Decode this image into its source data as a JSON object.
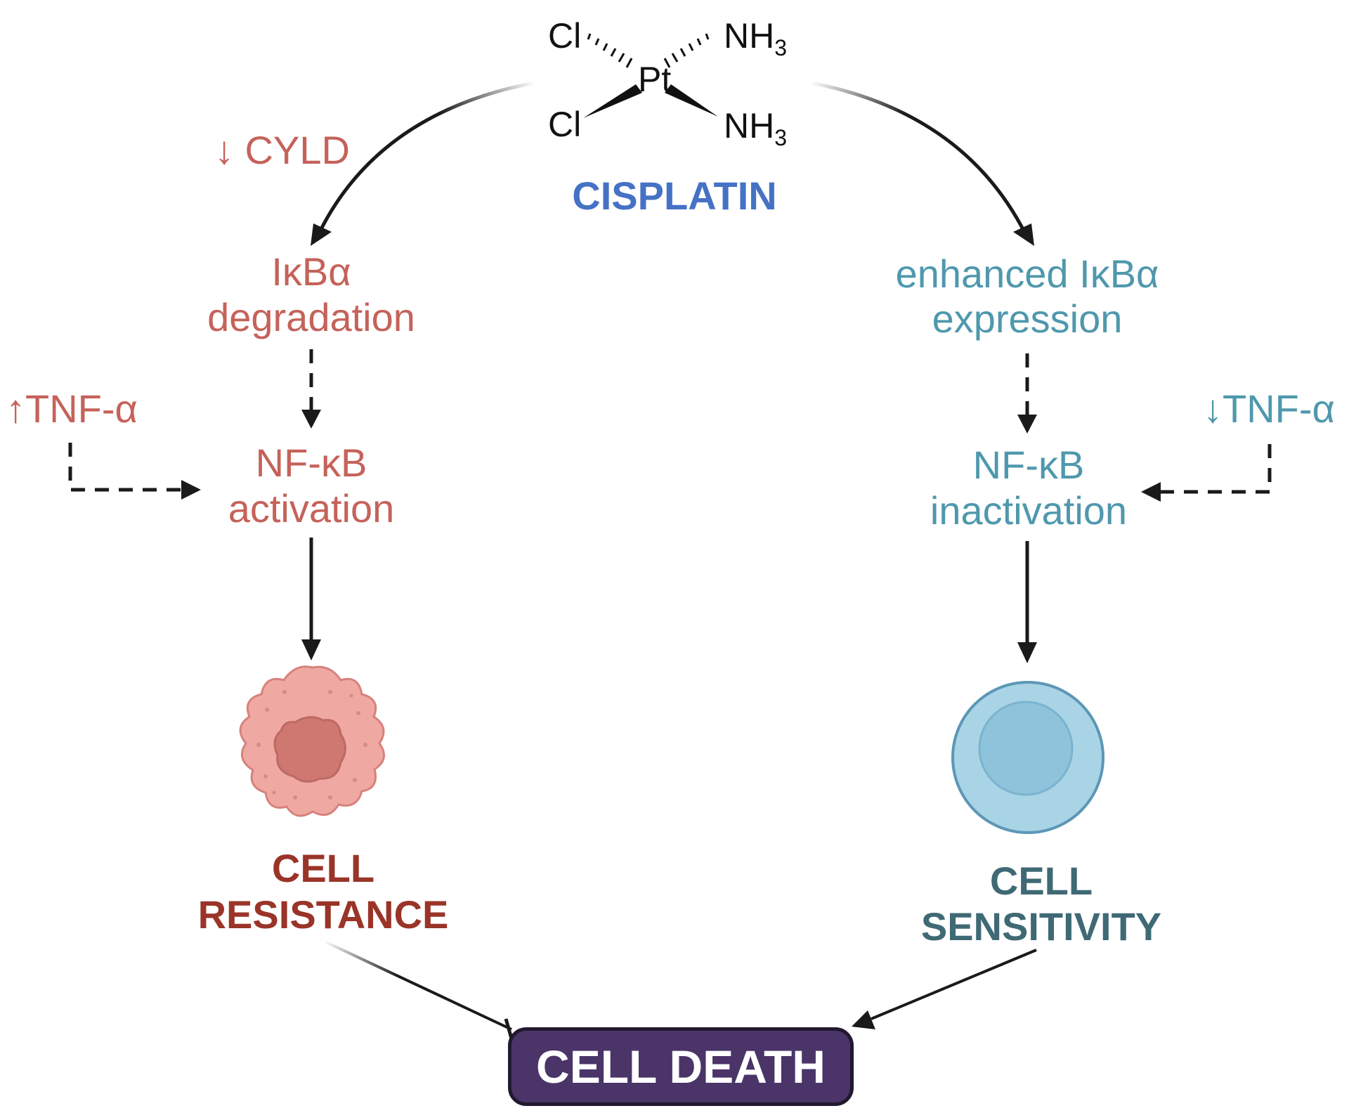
{
  "cisplatin": {
    "name": "CISPLATIN",
    "atoms": {
      "cl_top": "Cl",
      "cl_bottom": "Cl",
      "pt": "Pt",
      "nh3_top": "NH",
      "nh3_bottom": "NH",
      "subscript": "3"
    }
  },
  "left_pathway": {
    "cyld": "↓ CYLD",
    "ikba_line1": "IκBα",
    "ikba_line2": "degradation",
    "tnf": "↑TNF-α",
    "nfkb_line1": "NF-κB",
    "nfkb_line2": "activation",
    "outcome_line1": "CELL",
    "outcome_line2": "RESISTANCE"
  },
  "right_pathway": {
    "ikba_line1": "enhanced IκBα",
    "ikba_line2": "expression",
    "tnf": "↓TNF-α",
    "nfkb_line1": "NF-κB",
    "nfkb_line2": "inactivation",
    "outcome_line1": "CELL",
    "outcome_line2": "SENSITIVITY"
  },
  "cell_death": "CELL DEATH",
  "colors": {
    "left_text": "#c5625a",
    "right_text": "#4f98ad",
    "resistance": "#9a3428",
    "sensitivity": "#3f6a75",
    "cisplatin": "#4572c4",
    "cell_death_box": "#4a3468",
    "resistant_cell": "#f0a8a3",
    "sensitive_cell": "#a9d4e6"
  }
}
